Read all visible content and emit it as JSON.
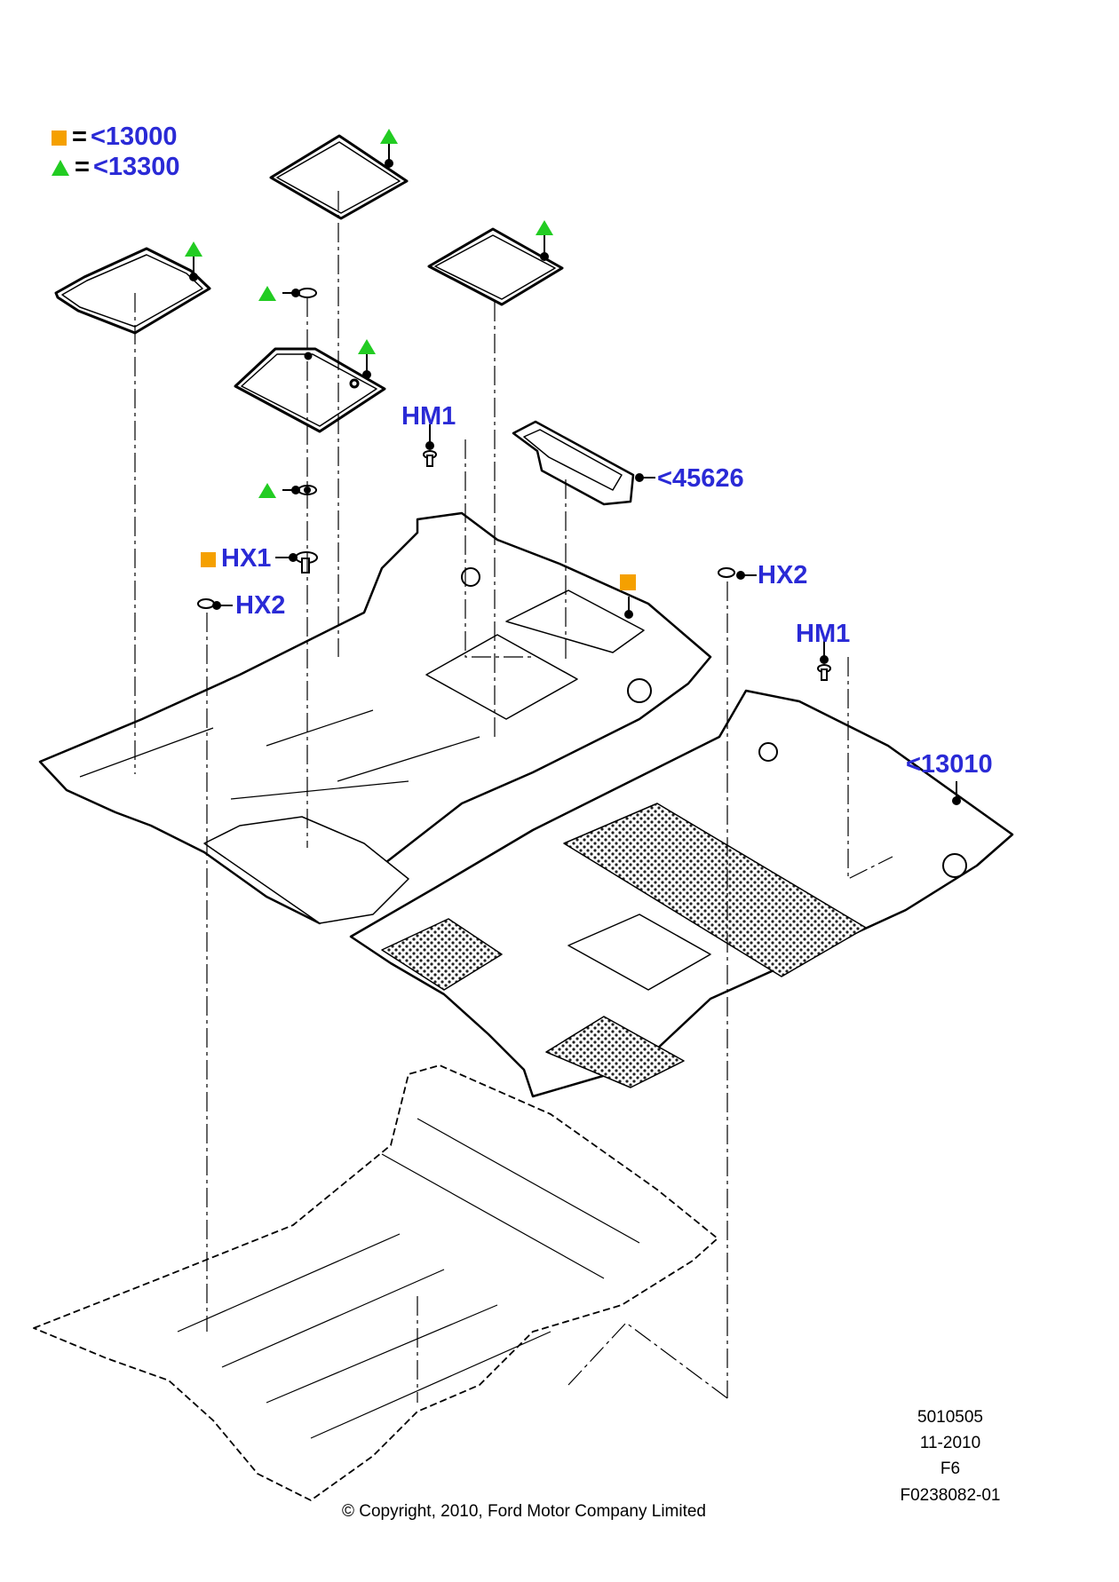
{
  "legend": {
    "square": {
      "equals": "=",
      "ref": "<13000",
      "color": "#f5a000"
    },
    "triangle": {
      "equals": "=",
      "ref": "<13300",
      "color": "#22cc22"
    }
  },
  "callouts": {
    "hm1_top": "HM1",
    "ref_45626": "<45626",
    "hx1": "HX1",
    "hx2_left": "HX2",
    "hx2_right": "HX2",
    "hm1_right": "HM1",
    "ref_13010": "<13010"
  },
  "colors": {
    "callout_blue": "#2a2ad6",
    "line": "#000000",
    "mat_fill": "#ffffff",
    "texture": "#333333"
  },
  "meta": {
    "code": "5010505",
    "date": "11-2010",
    "f_code": "F6",
    "figure_id": "F0238082-01",
    "copyright": "© Copyright, 2010, Ford Motor Company Limited"
  }
}
